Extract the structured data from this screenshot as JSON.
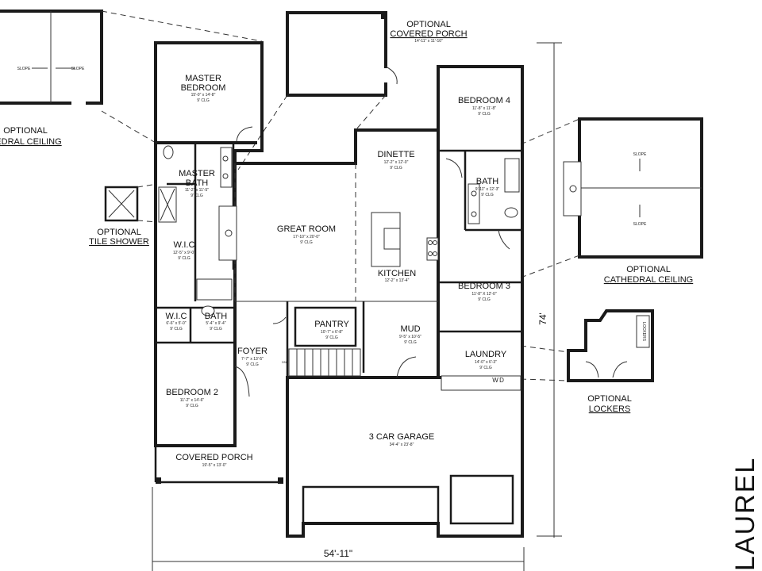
{
  "plan_name": "LAUREL",
  "overall": {
    "width": "54'-11\"",
    "depth": "74'"
  },
  "rooms": {
    "master_bedroom": {
      "name1": "MASTER",
      "name2": "BEDROOM",
      "size": "15'-0\" x 14'-8\"",
      "ceiling": "9' CLG"
    },
    "master_bath": {
      "name1": "MASTER",
      "name2": "BATH",
      "size": "11'-2\" x 11'-5\"",
      "ceiling": "9' CLG"
    },
    "wic_master": {
      "name": "W.I.C",
      "size": "12'-5\" x 9'-0\"",
      "ceiling": "9' CLG"
    },
    "wic_2": {
      "name": "W.I.C",
      "size": "6'-6\" x 5'-0\"",
      "ceiling": "9' CLG"
    },
    "bath_2": {
      "name": "BATH",
      "size": "5'-4\" x 9'-4\"",
      "ceiling": "9' CLG"
    },
    "bedroom_2": {
      "name": "BEDROOM 2",
      "size": "11'-2\" x 14'-6\"",
      "ceiling": "9' CLG"
    },
    "covered_porch": {
      "name": "COVERED PORCH",
      "size": "19'-5\" x 13'-0\""
    },
    "foyer": {
      "name": "FOYER",
      "size": "7'-7\" x 13'-5\"",
      "ceiling": "9' CLG"
    },
    "great_room": {
      "name": "GREAT ROOM",
      "size": "17'-10\" x 20'-0\"",
      "ceiling": "9' CLG"
    },
    "dinette": {
      "name": "DINETTE",
      "size": "12'-2\" x 12'-0\"",
      "ceiling": "9' CLG"
    },
    "kitchen": {
      "name": "KITCHEN",
      "size": "12'-2\" x 13'-4\""
    },
    "pantry": {
      "name": "PANTRY",
      "size": "10'-7\" x 6'-8\"",
      "ceiling": "9' CLG"
    },
    "mud": {
      "name": "MUD",
      "size": "9'-5\" x 10'-5\"",
      "ceiling": "9' CLG"
    },
    "laundry": {
      "name": "LAUNDRY",
      "size": "14'-0\" x 6'-3\"",
      "ceiling": "9' CLG"
    },
    "bedroom_4": {
      "name": "BEDROOM 4",
      "size": "11'-8\" x 11'-8\"",
      "ceiling": "9' CLG"
    },
    "bath_3": {
      "name": "BATH",
      "size": "9'-11\" x 12'-3\"",
      "ceiling": "9' CLG"
    },
    "bedroom_3": {
      "name": "BEDROOM 3",
      "size": "11'-8\" X 12'-0\"",
      "ceiling": "9' CLG"
    },
    "garage": {
      "name": "3 CAR GARAGE",
      "size": "34'-4\" x 23'-8\""
    }
  },
  "options": {
    "covered_porch": {
      "line1": "OPTIONAL",
      "line2": "COVERED PORCH",
      "size": "14'-11\" x 11'-10\""
    },
    "cathedral_left": {
      "line1": "OPTIONAL",
      "line2": "HEDRAL CEILING"
    },
    "tile_shower": {
      "line1": "OPTIONAL",
      "line2": "TILE SHOWER"
    },
    "cathedral_right": {
      "line1": "OPTIONAL",
      "line2": "CATHEDRAL CEILING"
    },
    "lockers": {
      "line1": "OPTIONAL",
      "line2": "LOCKERS",
      "inner": "LOCKERS"
    }
  },
  "misc": {
    "slope": "SLOPE",
    "washer": "W",
    "dryer": "D",
    "dn": "DN"
  }
}
